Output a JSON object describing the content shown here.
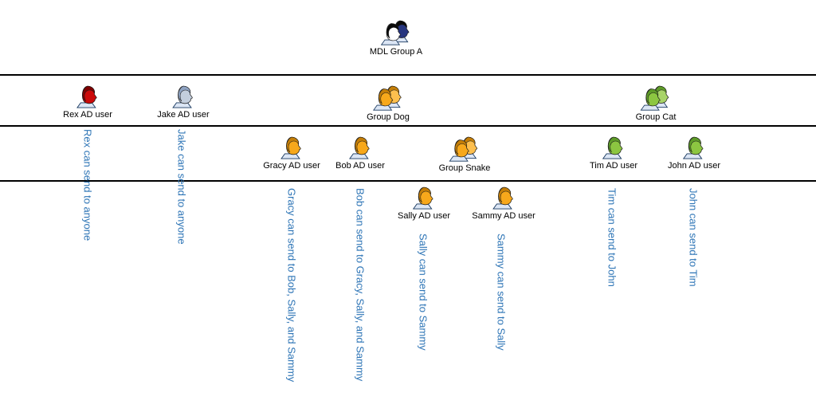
{
  "diagram": {
    "colors": {
      "annotation": "#2e75b6",
      "line": "#000000",
      "label": "#000000",
      "collar_fill": "#dce6f5",
      "collar_stroke": "#17375e",
      "outline": "#1a1a1a"
    },
    "nodes": [
      {
        "id": "mdl-group-a",
        "label": "MDL Group A",
        "kind": "group",
        "face": "#ffffff",
        "hair": "#0a0a0a",
        "face2": "#26357f",
        "hair2": "#0a0a0a"
      },
      {
        "id": "rex",
        "label": "Rex AD user",
        "kind": "user",
        "face": "#cc0a0a",
        "hair": "#7f0000"
      },
      {
        "id": "jake",
        "label": "Jake AD user",
        "kind": "user",
        "face": "#c3cedd",
        "hair": "#8fa3c2"
      },
      {
        "id": "group-dog",
        "label": "Group Dog",
        "kind": "group",
        "face": "#f7a81b",
        "hair": "#c47e08",
        "face2": "#fdbf4e",
        "hair2": "#c47e08"
      },
      {
        "id": "group-cat",
        "label": "Group Cat",
        "kind": "group",
        "face": "#8cc641",
        "hair": "#5e9b28",
        "face2": "#a8d468",
        "hair2": "#5e9b28"
      },
      {
        "id": "gracy",
        "label": "Gracy AD user",
        "kind": "user",
        "face": "#f7a81b",
        "hair": "#c47e08"
      },
      {
        "id": "bob",
        "label": "Bob AD user",
        "kind": "user",
        "face": "#f7a81b",
        "hair": "#c47e08"
      },
      {
        "id": "group-snake",
        "label": "Group Snake",
        "kind": "group",
        "face": "#f7a81b",
        "hair": "#c47e08",
        "face2": "#fdbf4e",
        "hair2": "#c47e08"
      },
      {
        "id": "tim",
        "label": "Tim AD user",
        "kind": "user",
        "face": "#8cc641",
        "hair": "#5e9b28"
      },
      {
        "id": "john",
        "label": "John AD user",
        "kind": "user",
        "face": "#8cc641",
        "hair": "#5e9b28"
      },
      {
        "id": "sally",
        "label": "Sally AD user",
        "kind": "user",
        "face": "#f7a81b",
        "hair": "#c47e08"
      },
      {
        "id": "sammy",
        "label": "Sammy AD user",
        "kind": "user",
        "face": "#f7a81b",
        "hair": "#c47e08"
      }
    ],
    "annotations": [
      {
        "text": "Rex can send to anyone"
      },
      {
        "text": "Jake can send to anyone"
      },
      {
        "text": "Gracy can send to Bob, Sally, and Sammy"
      },
      {
        "text": "Bob can send to Gracy, Sally, and Sammy"
      },
      {
        "text": "Sally can send to Sammy"
      },
      {
        "text": "Sammy can send to Sally"
      },
      {
        "text": "Tim can send to John"
      },
      {
        "text": "John can send to Tim"
      }
    ]
  }
}
